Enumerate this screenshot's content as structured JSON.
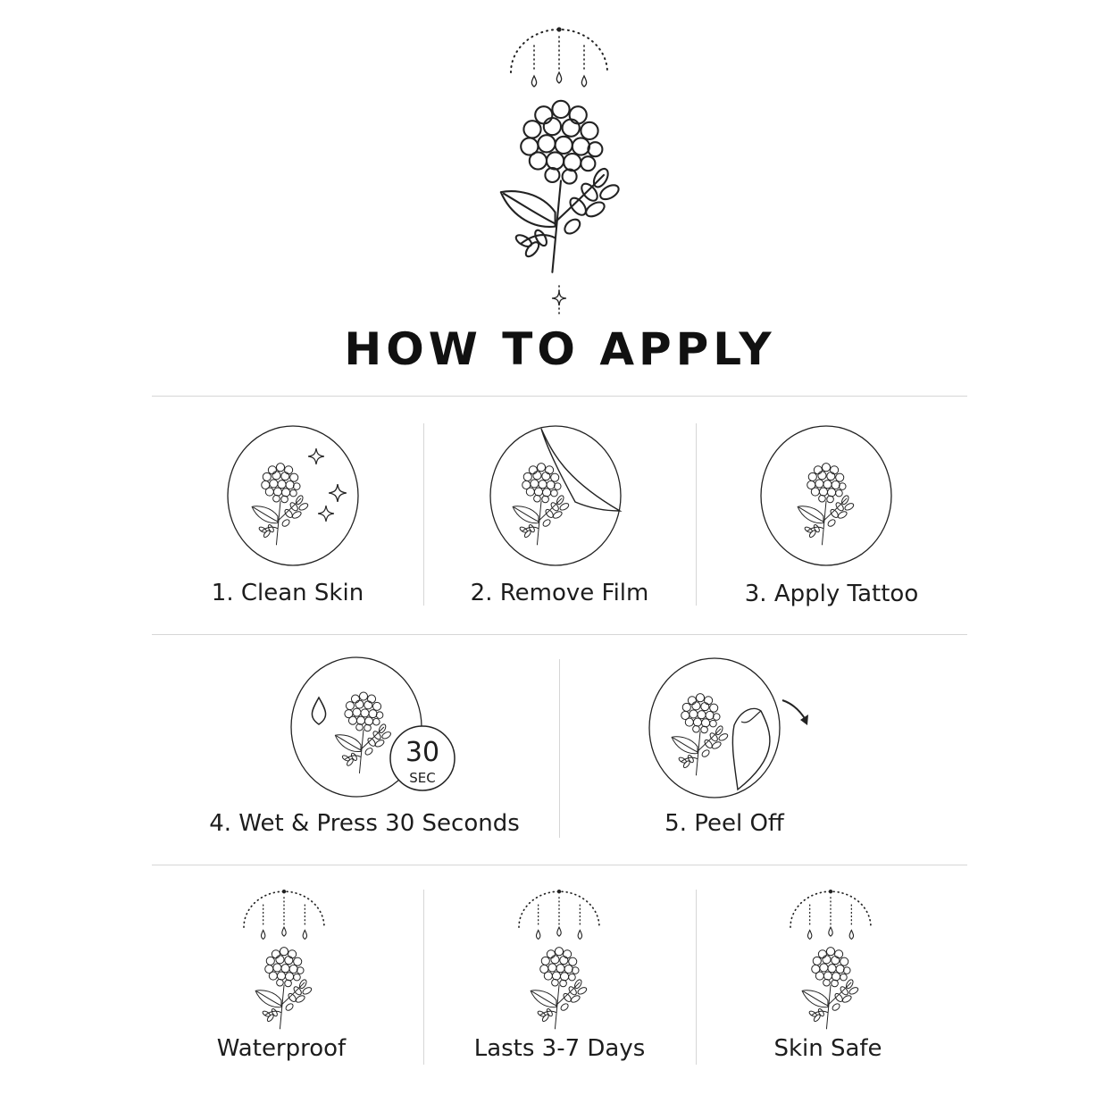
{
  "title": "HOW TO APPLY",
  "steps": [
    {
      "label": "1. Clean Skin",
      "icon": "clean-skin-icon"
    },
    {
      "label": "2. Remove Film",
      "icon": "remove-film-icon"
    },
    {
      "label": "3. Apply Tattoo",
      "icon": "apply-tattoo-icon"
    },
    {
      "label": "4. Wet & Press 30 Seconds",
      "icon": "wet-press-icon",
      "badge_number": "30",
      "badge_unit": "SEC"
    },
    {
      "label": "5. Peel Off",
      "icon": "peel-off-icon"
    }
  ],
  "features": [
    {
      "label": "Waterproof",
      "icon": "waterproof-icon"
    },
    {
      "label": "Lasts 3-7 Days",
      "icon": "lasts-days-icon"
    },
    {
      "label": "Skin Safe",
      "icon": "skin-safe-icon"
    }
  ],
  "colors": {
    "ink": "#222222",
    "divider": "#d6d6d6",
    "background": "#ffffff"
  }
}
